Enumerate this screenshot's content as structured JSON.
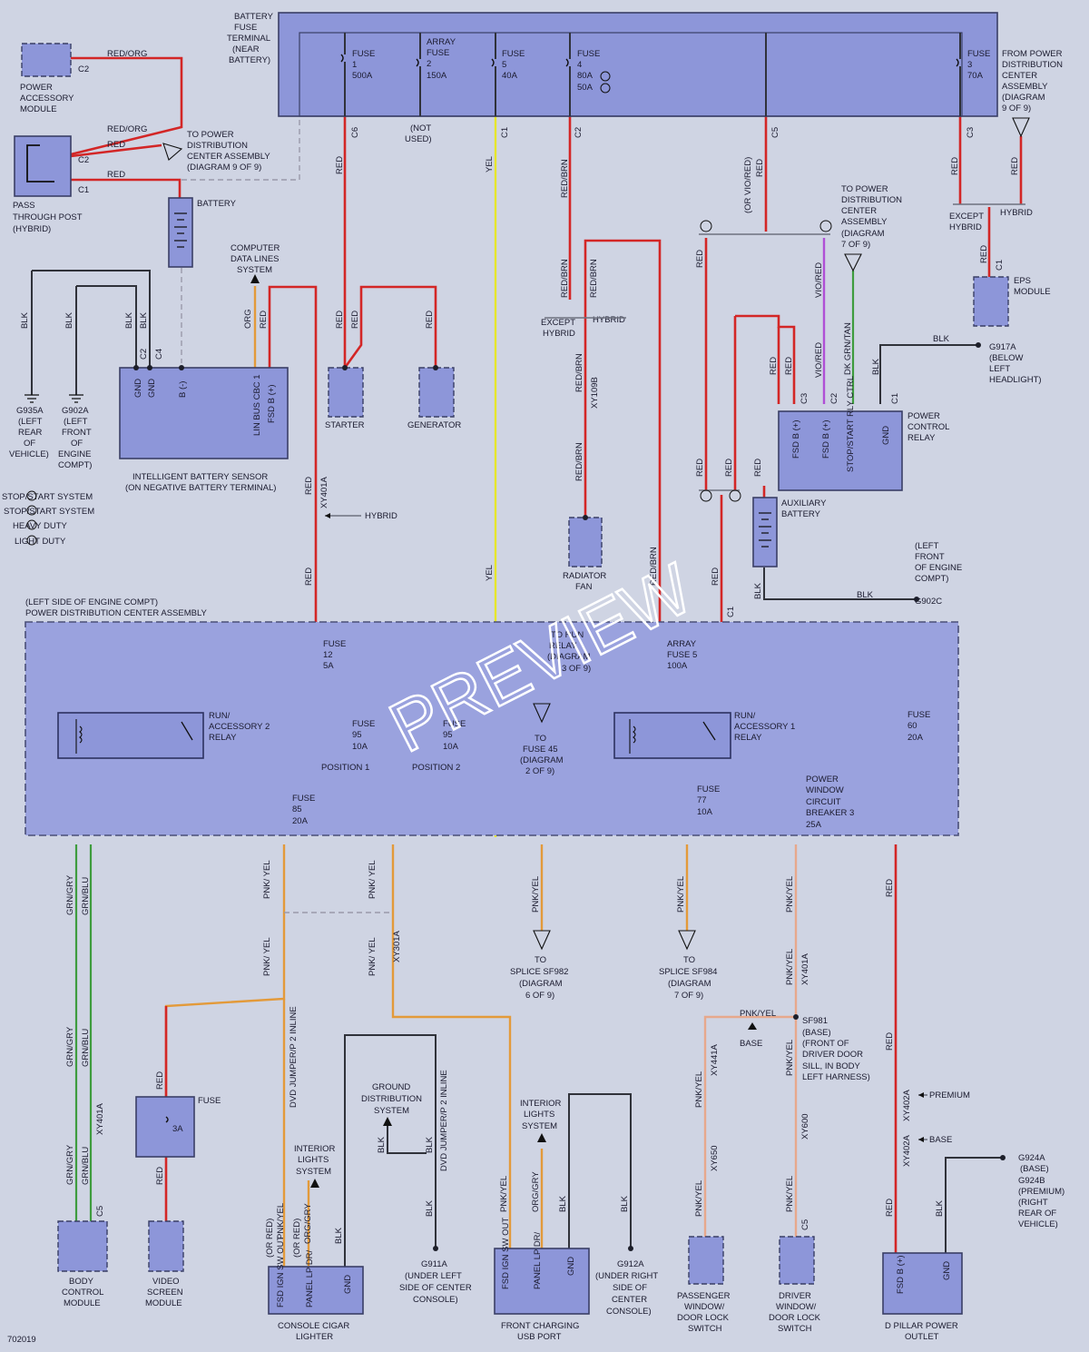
{
  "labels": {
    "battery_fuse_terminal": [
      "BATTERY",
      "FUSE",
      "TERMINAL",
      "(NEAR",
      "BATTERY)"
    ],
    "fuse1": [
      "FUSE",
      "1",
      "500A"
    ],
    "array_fuse2": [
      "ARRAY",
      "FUSE",
      "2",
      "150A"
    ],
    "fuse5": [
      "FUSE",
      "5",
      "40A"
    ],
    "fuse4": [
      "FUSE",
      "4",
      "80A",
      "50A"
    ],
    "fuse3": [
      "FUSE",
      "3",
      "70A"
    ],
    "from_pdc": [
      "FROM POWER",
      "DISTRIBUTION",
      "CENTER",
      "ASSEMBLY",
      "(DIAGRAM",
      "9 OF 9)"
    ],
    "power_accessory_module": [
      "POWER",
      "ACCESSORY",
      "MODULE"
    ],
    "pass_through_post": [
      "PASS",
      "THROUGH POST",
      "(HYBRID)"
    ],
    "to_pdc_9": [
      "TO POWER",
      "DISTRIBUTION",
      "CENTER ASSEMBLY",
      "(DIAGRAM 9 OF 9)"
    ],
    "battery": "BATTERY",
    "not_used": [
      "(NOT",
      "USED)"
    ],
    "computer_data_lines": [
      "COMPUTER",
      "DATA LINES",
      "SYSTEM"
    ],
    "intelligent_battery_sensor": [
      "INTELLIGENT BATTERY SENSOR",
      "(ON NEGATIVE BATTERY TERMINAL)"
    ],
    "starter": "STARTER",
    "generator": "GENERATOR",
    "g935a": [
      "G935A",
      "(LEFT",
      "REAR",
      "OF",
      "VEHICLE)"
    ],
    "g902a": [
      "G902A",
      "(LEFT",
      "FRONT",
      "OF",
      "ENGINE",
      "COMPT)"
    ],
    "legend": [
      "STOP/START SYSTEM",
      "STOP/START SYSTEM",
      "HEAVY DUTY",
      "LIGHT DUTY"
    ],
    "hybrid": "HYBRID",
    "except_hybrid": [
      "EXCEPT",
      "HYBRID"
    ],
    "radiator_fan": [
      "RADIATOR",
      "FAN"
    ],
    "to_pdc_7": [
      "TO POWER",
      "DISTRIBUTION",
      "CENTER",
      "ASSEMBLY",
      "(DIAGRAM",
      "7 OF 9)"
    ],
    "eps_module": [
      "EPS",
      "MODULE"
    ],
    "g917a": [
      "G917A",
      "(BELOW",
      "LEFT",
      "HEADLIGHT)"
    ],
    "power_control_relay": [
      "POWER",
      "CONTROL",
      "RELAY"
    ],
    "auxiliary_battery": [
      "AUXILIARY",
      "BATTERY"
    ],
    "g902c": [
      "(LEFT",
      "FRONT",
      "OF ENGINE",
      "COMPT)",
      "G902C"
    ],
    "pdc_title": [
      "(LEFT SIDE OF ENGINE COMPT)",
      "POWER DISTRIBUTION CENTER ASSEMBLY"
    ],
    "fuse12": [
      "FUSE",
      "12",
      "5A"
    ],
    "to_run_relay": [
      "TO RUN",
      "RELAY",
      "(DIAGRAM",
      "3 OF 9)"
    ],
    "array_fuse5": [
      "ARRAY",
      "FUSE 5",
      "100A"
    ],
    "run_acc2": [
      "RUN/",
      "ACCESSORY 2",
      "RELAY"
    ],
    "run_acc1": [
      "RUN/",
      "ACCESSORY 1",
      "RELAY"
    ],
    "fuse95a": [
      "FUSE",
      "95",
      "10A"
    ],
    "fuse95b": [
      "FUSE",
      "95",
      "10A"
    ],
    "position1": "POSITION 1",
    "position2": "POSITION 2",
    "to_fuse45": [
      "TO",
      "FUSE 45",
      "(DIAGRAM",
      "2 OF 9)"
    ],
    "fuse60": [
      "FUSE",
      "60",
      "20A"
    ],
    "fuse85": [
      "FUSE",
      "85",
      "20A"
    ],
    "fuse77": [
      "FUSE",
      "77",
      "10A"
    ],
    "pwr_window_cb": [
      "POWER",
      "WINDOW",
      "CIRCUIT",
      "BREAKER 3",
      "25A"
    ],
    "to_splice_sf982": [
      "TO",
      "SPLICE SF982",
      "(DIAGRAM",
      "6 OF 9)"
    ],
    "to_splice_sf984": [
      "TO",
      "SPLICE SF984",
      "(DIAGRAM",
      "7 OF 9)"
    ],
    "sf981": [
      "SF981",
      "(BASE)",
      "(FRONT OF",
      "DRIVER DOOR",
      "SILL, IN BODY",
      "LEFT HARNESS)"
    ],
    "base": "BASE",
    "premium": "PREMIUM",
    "g924": [
      "G924A",
      "(BASE)",
      "G924B",
      "(PREMIUM)",
      "(RIGHT",
      "REAR OF",
      "VEHICLE)"
    ],
    "fuse_3a": [
      "FUSE",
      "3A"
    ],
    "ground_dist": [
      "GROUND",
      "DISTRIBUTION",
      "SYSTEM"
    ],
    "interior_lights_a": [
      "INTERIOR",
      "LIGHTS",
      "SYSTEM"
    ],
    "interior_lights_b": [
      "INTERIOR",
      "LIGHTS",
      "SYSTEM"
    ],
    "body_control_module": [
      "BODY",
      "CONTROL",
      "MODULE"
    ],
    "video_screen_module": [
      "VIDEO",
      "SCREEN",
      "MODULE"
    ],
    "console_cigar_lighter": [
      "CONSOLE CIGAR",
      "LIGHTER"
    ],
    "g911a": [
      "G911A",
      "(UNDER LEFT",
      "SIDE OF CENTER",
      "CONSOLE)"
    ],
    "front_charging_usb": [
      "FRONT CHARGING",
      "USB PORT"
    ],
    "g912a": [
      "G912A",
      "(UNDER RIGHT",
      "SIDE OF",
      "CENTER",
      "CONSOLE)"
    ],
    "passenger_window_switch": [
      "PASSENGER",
      "WINDOW/",
      "DOOR LOCK",
      "SWITCH"
    ],
    "driver_window_switch": [
      "DRIVER",
      "WINDOW/",
      "DOOR LOCK",
      "SWITCH"
    ],
    "d_pillar_outlet": [
      "D PILLAR POWER",
      "OUTLET"
    ],
    "diagram_id": "702019",
    "watermark": "PREVIEW"
  },
  "wire_colors": {
    "RED": "#d32626",
    "BLK": "#30323a",
    "YEL": "#e6e62a",
    "ORG": "#e39a3a",
    "PNK/YEL": "#e7a88c",
    "GRN/GRY": "#3e9c3e",
    "VIO/RED": "#b04fd6"
  },
  "wire_labels": {
    "red_org": "RED/ORG",
    "red": "RED",
    "blk": "BLK",
    "org": "ORG",
    "yel": "YEL",
    "red_brn": "RED/BRN",
    "vio_red": "VIO/RED",
    "or_vio_red": "(OR VIO/RED)",
    "dk_grn_tan": "DK GRN/TAN",
    "grn_gry": "GRN/GRY",
    "grn_blu": "GRN/BLU",
    "pnk_yel": "PNK/YEL",
    "pnk_yel_split": "PNK/ YEL",
    "or_red": "(OR RED)",
    "or_red_org_gry": "(OR RED) ORG/GRY",
    "org_gry": "ORG/GRY",
    "dvd_jumper": "DVD JUMPER/P 2 INLINE"
  },
  "connector_ids": {
    "c1": "C1",
    "c2": "C2",
    "c3": "C3",
    "c4": "C4",
    "c5": "C5",
    "c6": "C6",
    "xy401a": "XY401A",
    "xy109b": "XY109B",
    "xy301a": "XY301A",
    "xy441a": "XY441A",
    "xy650": "XY650",
    "xy600": "XY600",
    "xy402a": "XY402A"
  },
  "pin_labels": {
    "gnd": "GND",
    "b_minus": "B (-)",
    "lin_bus": "LIN BUS CBC 1",
    "fsd_b_plus": "FSD B (+)",
    "stop_start": "STOP/START RLY CTRL",
    "fsd_ign": "FSD IGN SW OUT",
    "panel_lp": "PANEL LP DR/"
  }
}
